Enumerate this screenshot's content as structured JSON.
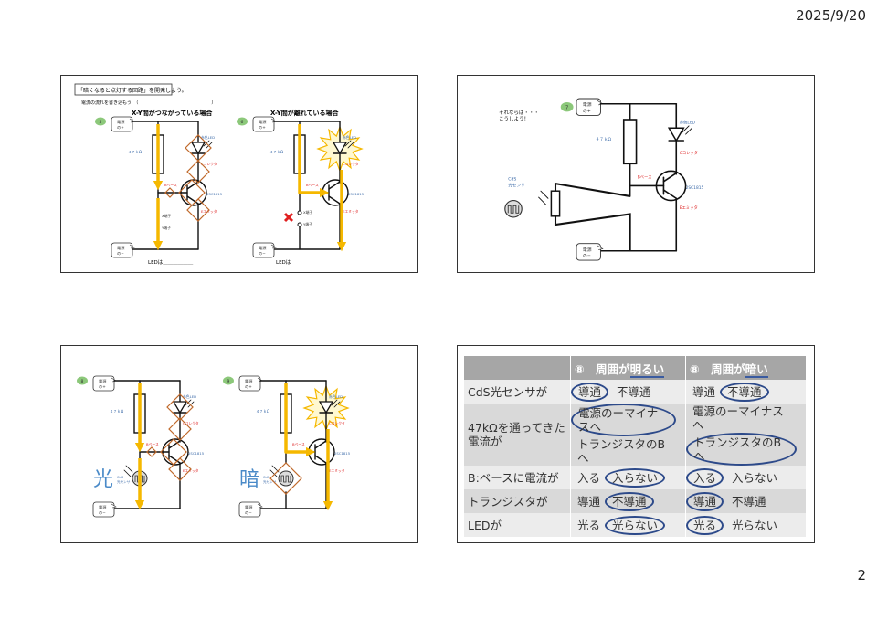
{
  "header": {
    "date": "2025/9/20"
  },
  "footer": {
    "page_number": "2"
  },
  "circuit_labels": {
    "plus_top": "電源",
    "plus_bottom": "の+",
    "minus_top": "電源",
    "minus_bottom": "の−",
    "resistor": "４７ｋΩ",
    "led": "赤色LED",
    "collector": "Cコレクタ",
    "base": "Bベース",
    "transistor": "2SC1815",
    "emitter": "Eエミッタ",
    "x_terminal": "X端子",
    "y_terminal": "Y端子",
    "cds_line1": "CdS",
    "cds_line2": "光センサ"
  },
  "slide1": {
    "title_box": "「暗くなると点灯する回路」を開発しよう。",
    "instruction": "電流の流れを書き込もう　（　　　　　　　　　　　　　　　　）",
    "left_heading": "X-Y間がつながっている場合",
    "right_heading": "X-Y間が離れている場合",
    "left_step": "5",
    "right_step": "6",
    "left_led_answer": "LEDは＿＿＿＿＿＿",
    "right_led_answer": "LEDは"
  },
  "slide2": {
    "step": "7",
    "note_line1": "それならば・・・",
    "note_line2": "こうしよう！"
  },
  "slide3": {
    "left_step": "8",
    "right_step": "9",
    "light_label": "光",
    "dark_label": "暗"
  },
  "slide4": {
    "headers": [
      {
        "prefix": "",
        "underlined": ""
      },
      {
        "prefix": "⑧　周囲が",
        "underlined": "明るい"
      },
      {
        "prefix": "⑧　周囲が",
        "underlined": "暗い"
      }
    ],
    "rows": [
      {
        "label": "CdS光センサが",
        "bright": [
          {
            "text": "導通",
            "circled": true
          },
          {
            "text": "不導通",
            "circled": false
          }
        ],
        "dark": [
          {
            "text": "導通",
            "circled": false
          },
          {
            "text": "不導通",
            "circled": true
          }
        ]
      },
      {
        "label": "47kΩを通ってきた電流が",
        "bright": [
          {
            "text": "電源のーマイナスへ",
            "circled": true
          },
          {
            "text": "トランジスタのBへ",
            "circled": false
          }
        ],
        "dark": [
          {
            "text": "電源のーマイナスへ",
            "circled": false
          },
          {
            "text": "トランジスタのBへ",
            "circled": true
          }
        ]
      },
      {
        "label": "B:ベースに電流が",
        "bright": [
          {
            "text": "入る",
            "circled": false
          },
          {
            "text": "入らない",
            "circled": true
          }
        ],
        "dark": [
          {
            "text": "入る",
            "circled": true
          },
          {
            "text": "入らない",
            "circled": false
          }
        ]
      },
      {
        "label": "トランジスタが",
        "bright": [
          {
            "text": "導通",
            "circled": false
          },
          {
            "text": "不導通",
            "circled": true
          }
        ],
        "dark": [
          {
            "text": "導通",
            "circled": true
          },
          {
            "text": "不導通",
            "circled": false
          }
        ]
      },
      {
        "label": "LEDが",
        "bright": [
          {
            "text": "光る",
            "circled": false
          },
          {
            "text": "光らない",
            "circled": true
          }
        ],
        "dark": [
          {
            "text": "光る",
            "circled": true
          },
          {
            "text": "光らない",
            "circled": false
          }
        ]
      }
    ]
  },
  "colors": {
    "flow": "#f5b800",
    "cross": "#c0692a",
    "red_label": "#d22",
    "blue_label": "#3b6aa8",
    "circle": "#2d4a8a",
    "step_bubble": "#8cc87a"
  }
}
